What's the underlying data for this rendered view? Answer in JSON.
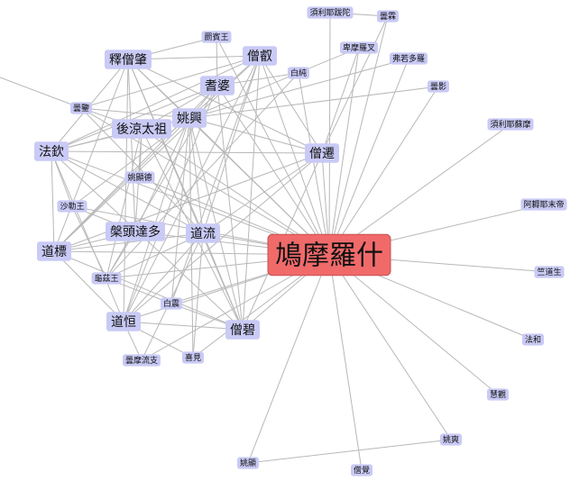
{
  "graph": {
    "colors": {
      "edge": "#b8b8b8",
      "node": "#c9caf5",
      "center_node": "#f06a6a"
    },
    "nodes": [
      {
        "id": "kumarajiva",
        "label": "鳩摩羅什",
        "size": "xl"
      },
      {
        "id": "shisengzhao",
        "label": "釋僧肇",
        "size": "m"
      },
      {
        "id": "sengrui",
        "label": "僧叡",
        "size": "m"
      },
      {
        "id": "yaoxing",
        "label": "姚興",
        "size": "m"
      },
      {
        "id": "zhipo",
        "label": "耆婆",
        "size": "m"
      },
      {
        "id": "houliangtaizu",
        "label": "後涼太祖",
        "size": "m"
      },
      {
        "id": "faqin",
        "label": "法欽",
        "size": "m"
      },
      {
        "id": "sengqian",
        "label": "僧遷",
        "size": "m"
      },
      {
        "id": "daoliu",
        "label": "道流",
        "size": "m"
      },
      {
        "id": "pantoudaduo",
        "label": "槃頭達多",
        "size": "m"
      },
      {
        "id": "daobiao",
        "label": "道標",
        "size": "m"
      },
      {
        "id": "daoheng",
        "label": "道恒",
        "size": "m"
      },
      {
        "id": "sengzhao2",
        "label": "僧碧",
        "size": "m"
      },
      {
        "id": "shalewang",
        "label": "沙勒王",
        "size": "s"
      },
      {
        "id": "guizi",
        "label": "龜茲王",
        "size": "s"
      },
      {
        "id": "baizhen",
        "label": "白震",
        "size": "s"
      },
      {
        "id": "tanjian",
        "label": "曇鑒",
        "size": "s"
      },
      {
        "id": "yaoxian",
        "label": "姚顯德",
        "size": "s"
      },
      {
        "id": "baichun",
        "label": "白純",
        "size": "s"
      },
      {
        "id": "jibin",
        "label": "罽賓王",
        "size": "s"
      },
      {
        "id": "beimoluocha",
        "label": "卑摩羅叉",
        "size": "s"
      },
      {
        "id": "furuoduoluo",
        "label": "弗若多羅",
        "size": "s"
      },
      {
        "id": "tanying",
        "label": "曇影",
        "size": "s"
      },
      {
        "id": "xulituoluo",
        "label": "須利耶跋陀",
        "size": "s"
      },
      {
        "id": "tanlin",
        "label": "曇霖",
        "size": "s"
      },
      {
        "id": "xulisumo",
        "label": "須利耶蘇摩",
        "size": "s"
      },
      {
        "id": "amolibazhi",
        "label": "阿耨耶末帝",
        "size": "s"
      },
      {
        "id": "zhiyisheng",
        "label": "竺道生",
        "size": "s"
      },
      {
        "id": "fahe",
        "label": "法和",
        "size": "s"
      },
      {
        "id": "huiguan",
        "label": "慧觀",
        "size": "s"
      },
      {
        "id": "yaoshuang",
        "label": "姚爽",
        "size": "s"
      },
      {
        "id": "sengjue",
        "label": "僧覺",
        "size": "s"
      },
      {
        "id": "yaoxian2",
        "label": "姚顯",
        "size": "s"
      },
      {
        "id": "tanmoliuzhi",
        "label": "曇摩流支",
        "size": "s"
      },
      {
        "id": "jiaojian",
        "label": "喜見",
        "size": "s"
      }
    ]
  }
}
